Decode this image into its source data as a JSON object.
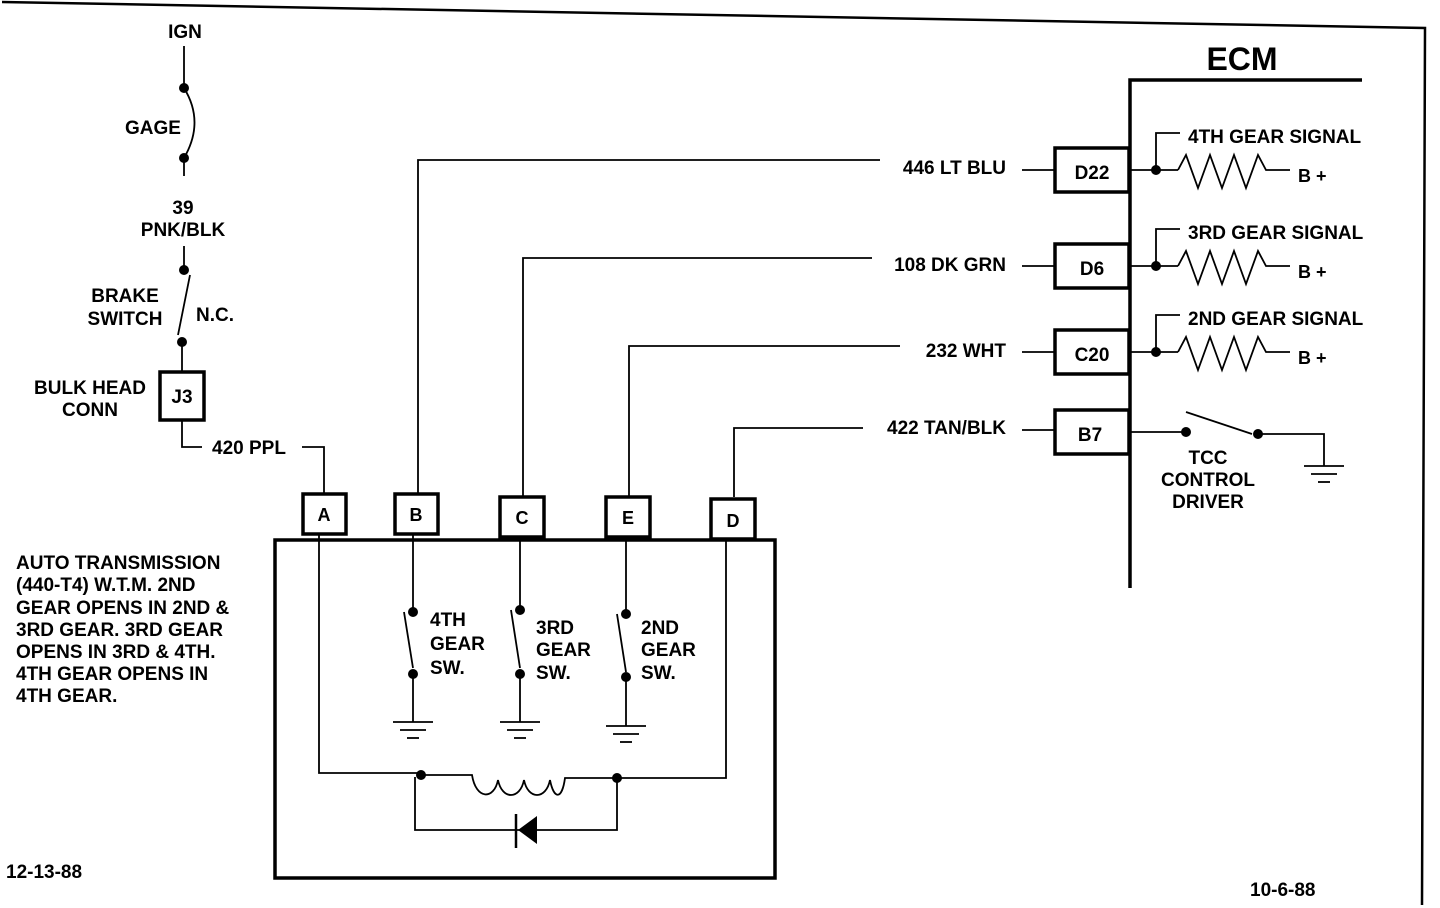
{
  "ign": "IGN",
  "gage": "GAGE",
  "fuse_wire_num": "39",
  "fuse_wire_color": "PNK/BLK",
  "brake_line1": "BRAKE",
  "brake_line2": "SWITCH",
  "brake_nc": "N.C.",
  "bulkhead_line1": "BULK HEAD",
  "bulkhead_line2": "CONN",
  "j3": "J3",
  "wire_420": "420 PPL",
  "ecm": "ECM",
  "wires": {
    "w446": "446 LT BLU",
    "w108": "108 DK GRN",
    "w232": "232 WHT",
    "w422": "422 TAN/BLK"
  },
  "ecm_pins": {
    "d22": "D22",
    "d6": "D6",
    "c20": "C20",
    "b7": "B7"
  },
  "signals": {
    "s4": "4TH GEAR SIGNAL",
    "s3": "3RD GEAR SIGNAL",
    "s2": "2ND GEAR SIGNAL",
    "bplus": "B +"
  },
  "tcc": {
    "line1": "TCC",
    "line2": "CONTROL",
    "line3": "DRIVER"
  },
  "trans_pins": {
    "a": "A",
    "b": "B",
    "c": "C",
    "e": "E",
    "d": "D"
  },
  "switches": {
    "sw4": [
      "4TH",
      "GEAR",
      "SW."
    ],
    "sw3": [
      "3RD",
      "GEAR",
      "SW."
    ],
    "sw2": [
      "2ND",
      "GEAR",
      "SW."
    ]
  },
  "note": [
    "AUTO TRANSMISSION",
    "(440-T4) W.T.M. 2ND",
    "GEAR OPENS IN 2ND &",
    "3RD GEAR.  3RD GEAR",
    "OPENS IN 3RD & 4TH.",
    "4TH GEAR OPENS IN",
    "4TH GEAR."
  ],
  "date_left": "12-13-88",
  "date_right": "10-6-88"
}
